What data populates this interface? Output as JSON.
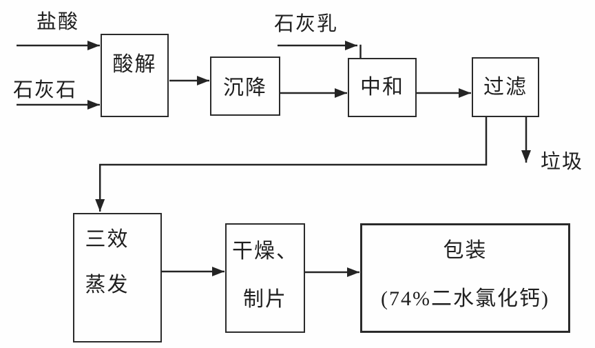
{
  "colors": {
    "background": "#fefefe",
    "line": "#242424",
    "text": "#1f1f1f"
  },
  "diagram": {
    "labels": {
      "hydrochloric_acid": "盐酸",
      "limestone": "石灰石",
      "lime_milk": "石灰乳",
      "waste": "垃圾"
    },
    "boxes": {
      "acidolysis": {
        "label": "酸解"
      },
      "sedimentation": {
        "label": "沉降"
      },
      "neutralization": {
        "label": "中和"
      },
      "filtration": {
        "label": "过滤"
      },
      "evaporation": {
        "line1": "三效",
        "line2": "蒸发"
      },
      "drying": {
        "line1": "干燥、",
        "line2": "制片"
      },
      "packaging": {
        "line1": "包装",
        "line2": "(74%二水氯化钙)"
      }
    }
  }
}
